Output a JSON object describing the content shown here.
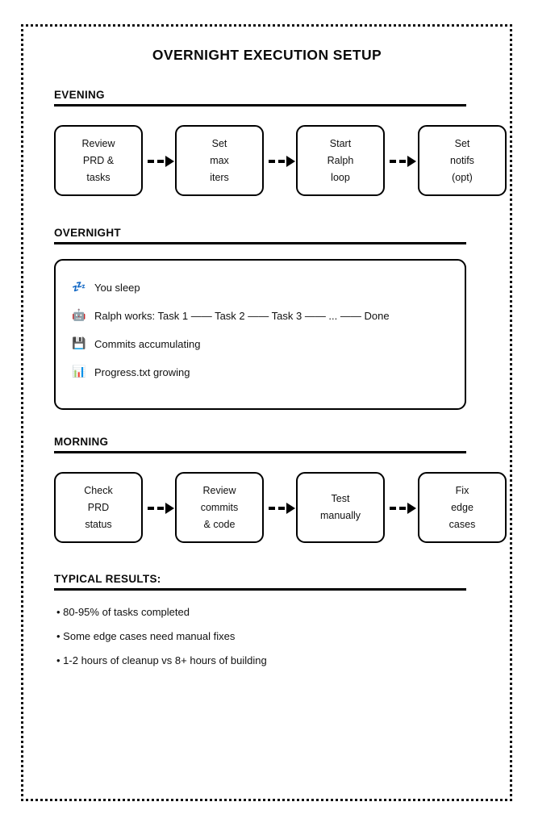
{
  "page": {
    "title": "OVERNIGHT EXECUTION SETUP",
    "border_color": "#111111",
    "accent_color": "#000000",
    "background": "#ffffff"
  },
  "sections": {
    "evening": {
      "heading": "EVENING",
      "steps": [
        {
          "lines": [
            "Review",
            "PRD &",
            "tasks"
          ]
        },
        {
          "lines": [
            "Set",
            "max",
            "iters"
          ]
        },
        {
          "lines": [
            "Start",
            "Ralph",
            "loop"
          ]
        },
        {
          "lines": [
            "Set",
            "notifs",
            "(opt)"
          ]
        }
      ]
    },
    "overnight": {
      "heading": "OVERNIGHT",
      "items": [
        {
          "icon": "sleep-emoji",
          "glyph": "💤",
          "text": "You sleep"
        },
        {
          "icon": "robot-emoji",
          "glyph": "🤖",
          "text": "Ralph works: Task 1 —— Task 2 —— Task 3 —— ... —— Done"
        },
        {
          "icon": "floppy-disk-emoji",
          "glyph": "💾",
          "text": "Commits accumulating"
        },
        {
          "icon": "bar-chart-emoji",
          "glyph": "📊",
          "text": "Progress.txt growing"
        }
      ]
    },
    "morning": {
      "heading": "MORNING",
      "steps": [
        {
          "lines": [
            "Check",
            "PRD",
            "status"
          ]
        },
        {
          "lines": [
            "Review",
            "commits",
            "& code"
          ]
        },
        {
          "lines": [
            "Test",
            "manually"
          ]
        },
        {
          "lines": [
            "Fix",
            "edge",
            "cases"
          ]
        }
      ]
    },
    "results": {
      "heading": "TYPICAL RESULTS:",
      "bullets": [
        "• 80-95% of tasks completed",
        "• Some edge cases need manual fixes",
        "• 1-2 hours of cleanup vs 8+ hours of building"
      ]
    }
  }
}
